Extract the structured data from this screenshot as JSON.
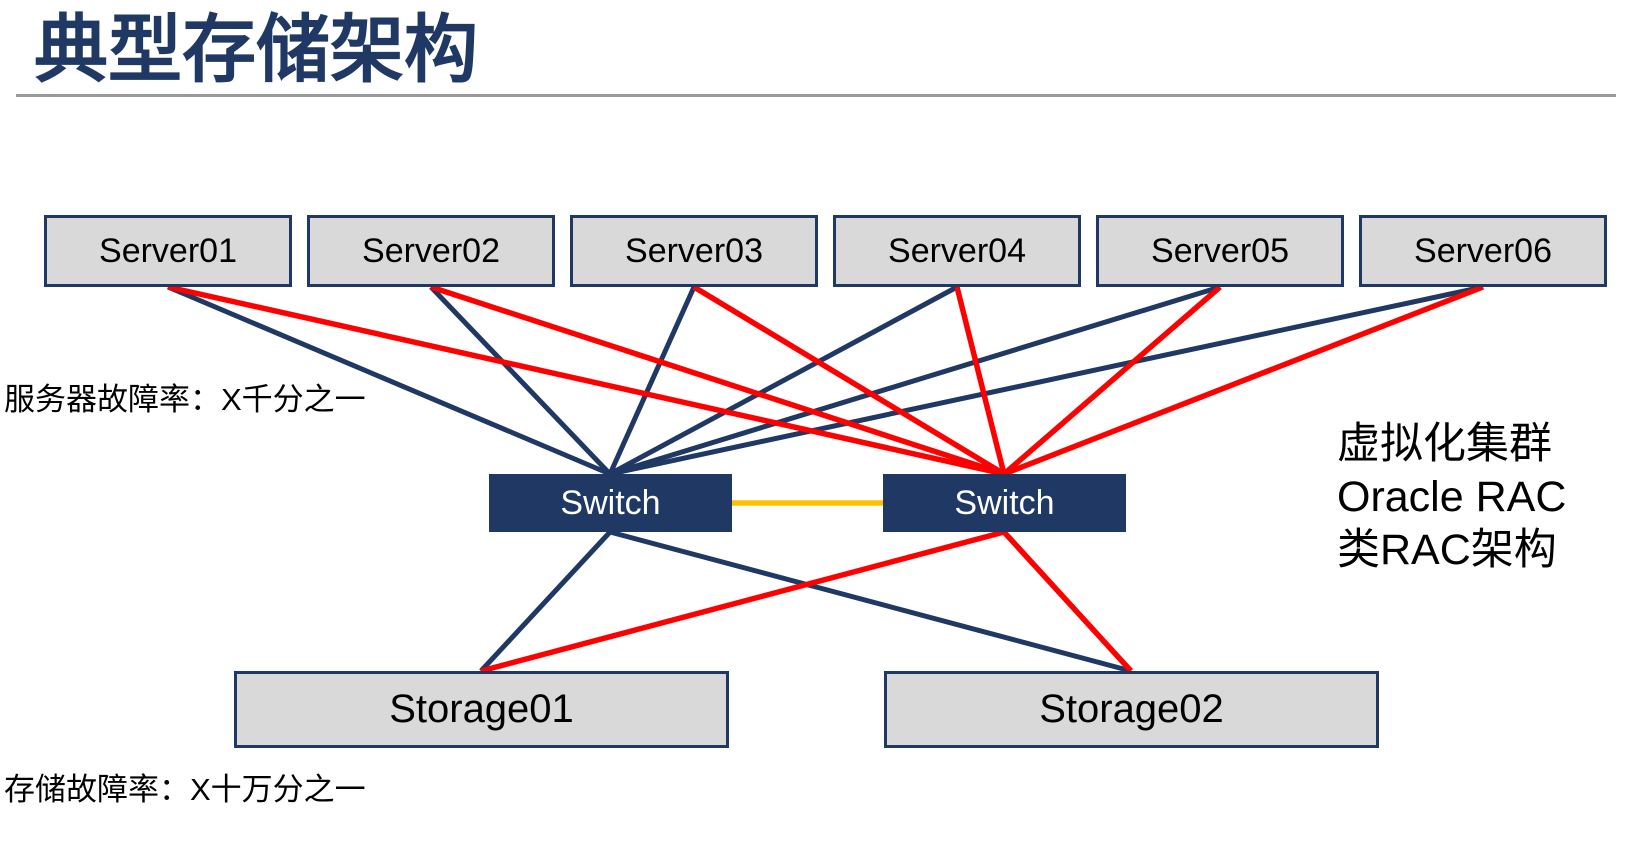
{
  "page": {
    "title": "典型存储架构"
  },
  "colors": {
    "navy": "#1F3864",
    "red": "#FF0000",
    "orange": "#FFC000",
    "box_fill": "#D9D9D9",
    "rule_gray": "#999999",
    "text_black": "#000000",
    "switch_text": "#FFFFFF"
  },
  "diagram": {
    "servers": [
      {
        "id": "server1",
        "label": "Server01"
      },
      {
        "id": "server2",
        "label": "Server02"
      },
      {
        "id": "server3",
        "label": "Server03"
      },
      {
        "id": "server4",
        "label": "Server04"
      },
      {
        "id": "server5",
        "label": "Server05"
      },
      {
        "id": "server6",
        "label": "Server06"
      }
    ],
    "switches": [
      {
        "id": "switch_left",
        "label": "Switch"
      },
      {
        "id": "switch_right",
        "label": "Switch"
      }
    ],
    "storages": [
      {
        "id": "storage1",
        "label": "Storage01"
      },
      {
        "id": "storage2",
        "label": "Storage02"
      }
    ],
    "edges": [
      {
        "from": "server1",
        "to": "switch_left",
        "color": "navy"
      },
      {
        "from": "server2",
        "to": "switch_left",
        "color": "navy"
      },
      {
        "from": "server3",
        "to": "switch_left",
        "color": "navy"
      },
      {
        "from": "server4",
        "to": "switch_left",
        "color": "navy"
      },
      {
        "from": "server5",
        "to": "switch_left",
        "color": "navy"
      },
      {
        "from": "server6",
        "to": "switch_left",
        "color": "navy"
      },
      {
        "from": "server1",
        "to": "switch_right",
        "color": "red"
      },
      {
        "from": "server2",
        "to": "switch_right",
        "color": "red"
      },
      {
        "from": "server3",
        "to": "switch_right",
        "color": "red"
      },
      {
        "from": "server4",
        "to": "switch_right",
        "color": "red"
      },
      {
        "from": "server5",
        "to": "switch_right",
        "color": "red"
      },
      {
        "from": "server6",
        "to": "switch_right",
        "color": "red"
      },
      {
        "from": "switch_left",
        "to": "switch_right",
        "color": "orange"
      },
      {
        "from": "switch_left",
        "to": "storage1",
        "color": "navy"
      },
      {
        "from": "switch_left",
        "to": "storage2",
        "color": "navy"
      },
      {
        "from": "switch_right",
        "to": "storage1",
        "color": "red"
      },
      {
        "from": "switch_right",
        "to": "storage2",
        "color": "red"
      }
    ],
    "annotations": {
      "server_failure_rate": "服务器故障率：X千分之一",
      "storage_failure_rate": "存储故障率：X十万分之一",
      "cluster_note_line1": "虚拟化集群",
      "cluster_note_line2": "Oracle RAC",
      "cluster_note_line3": "类RAC架构"
    }
  }
}
